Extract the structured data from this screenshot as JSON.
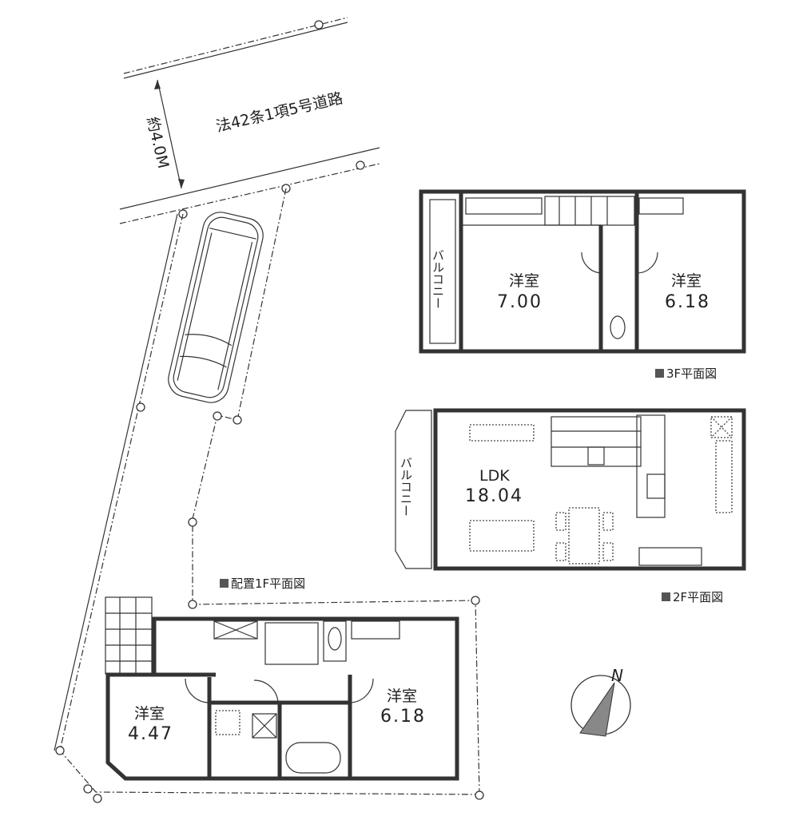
{
  "site": {
    "road_label": "法42条1項5号道路",
    "road_width_label": "約4.0M"
  },
  "floor3": {
    "caption": "3F平面図",
    "balcony": "バルコニー",
    "rooms": [
      {
        "name": "洋室",
        "area": "7.00"
      },
      {
        "name": "洋室",
        "area": "6.18"
      }
    ]
  },
  "floor2": {
    "caption": "2F平面図",
    "balcony": "バルコニー",
    "rooms": [
      {
        "name": "LDK",
        "area": "18.04"
      }
    ]
  },
  "floor1": {
    "caption": "配置1F平面図",
    "rooms": [
      {
        "name": "洋室",
        "area": "4.47"
      },
      {
        "name": "洋室",
        "area": "6.18"
      }
    ]
  },
  "compass": {
    "label": "N"
  }
}
